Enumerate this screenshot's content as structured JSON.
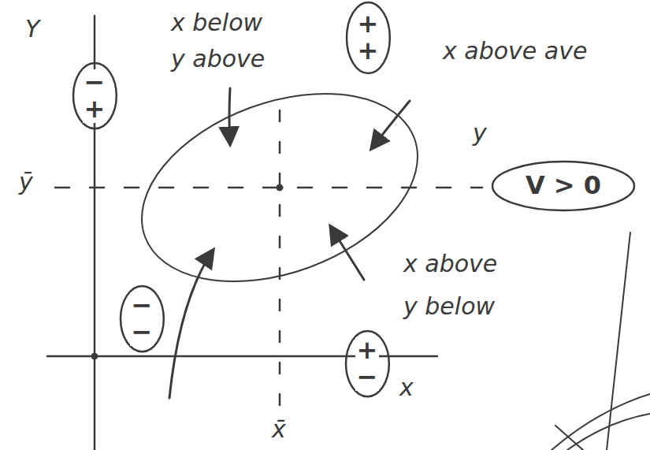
{
  "diagram": {
    "nodes": [
      {
        "text": [
          "+",
          "+"
        ]
      },
      {
        "text": [
          "−",
          "+"
        ]
      },
      {
        "text": [
          "V > 0"
        ]
      },
      {
        "text": [
          "−",
          "−"
        ]
      },
      {
        "text": [
          "+",
          "−"
        ]
      }
    ],
    "labels": [
      "Y",
      "x below",
      "y above",
      "x above ave",
      "y",
      "ȳ",
      "x above",
      "y below",
      "x",
      "x̄"
    ]
  }
}
